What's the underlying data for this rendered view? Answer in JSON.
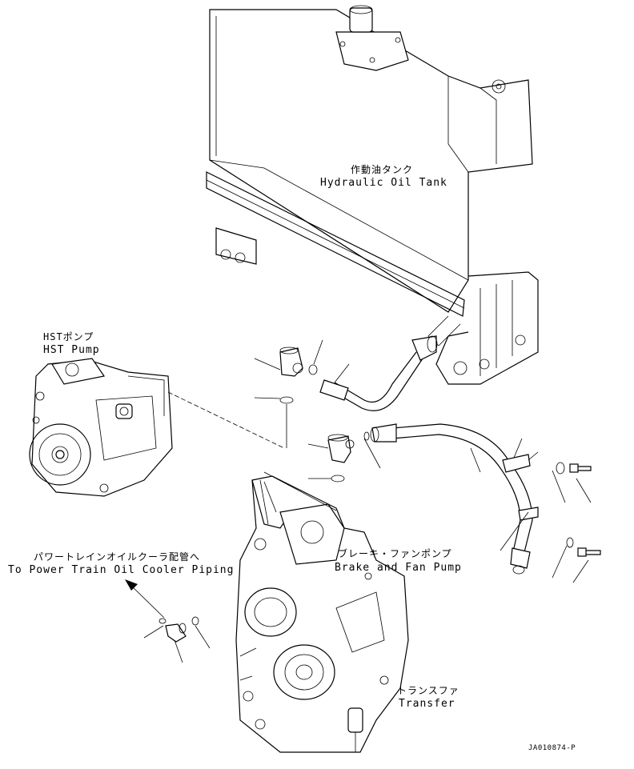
{
  "labels": {
    "hydraulic_tank_jp": "作動油タンク",
    "hydraulic_tank_en": "Hydraulic Oil Tank",
    "hst_pump_jp": "HSTポンプ",
    "hst_pump_en": "HST Pump",
    "cooler_piping_jp": "パワートレインオイルクーラ配管へ",
    "cooler_piping_en": "To Power Train Oil Cooler Piping",
    "brake_fan_pump_jp": "ブレーキ・ファンポンプ",
    "brake_fan_pump_en": "Brake and Fan Pump",
    "transfer_jp": "トランスファ",
    "transfer_en": "Transfer",
    "drawing_code": "JA010874-P"
  }
}
